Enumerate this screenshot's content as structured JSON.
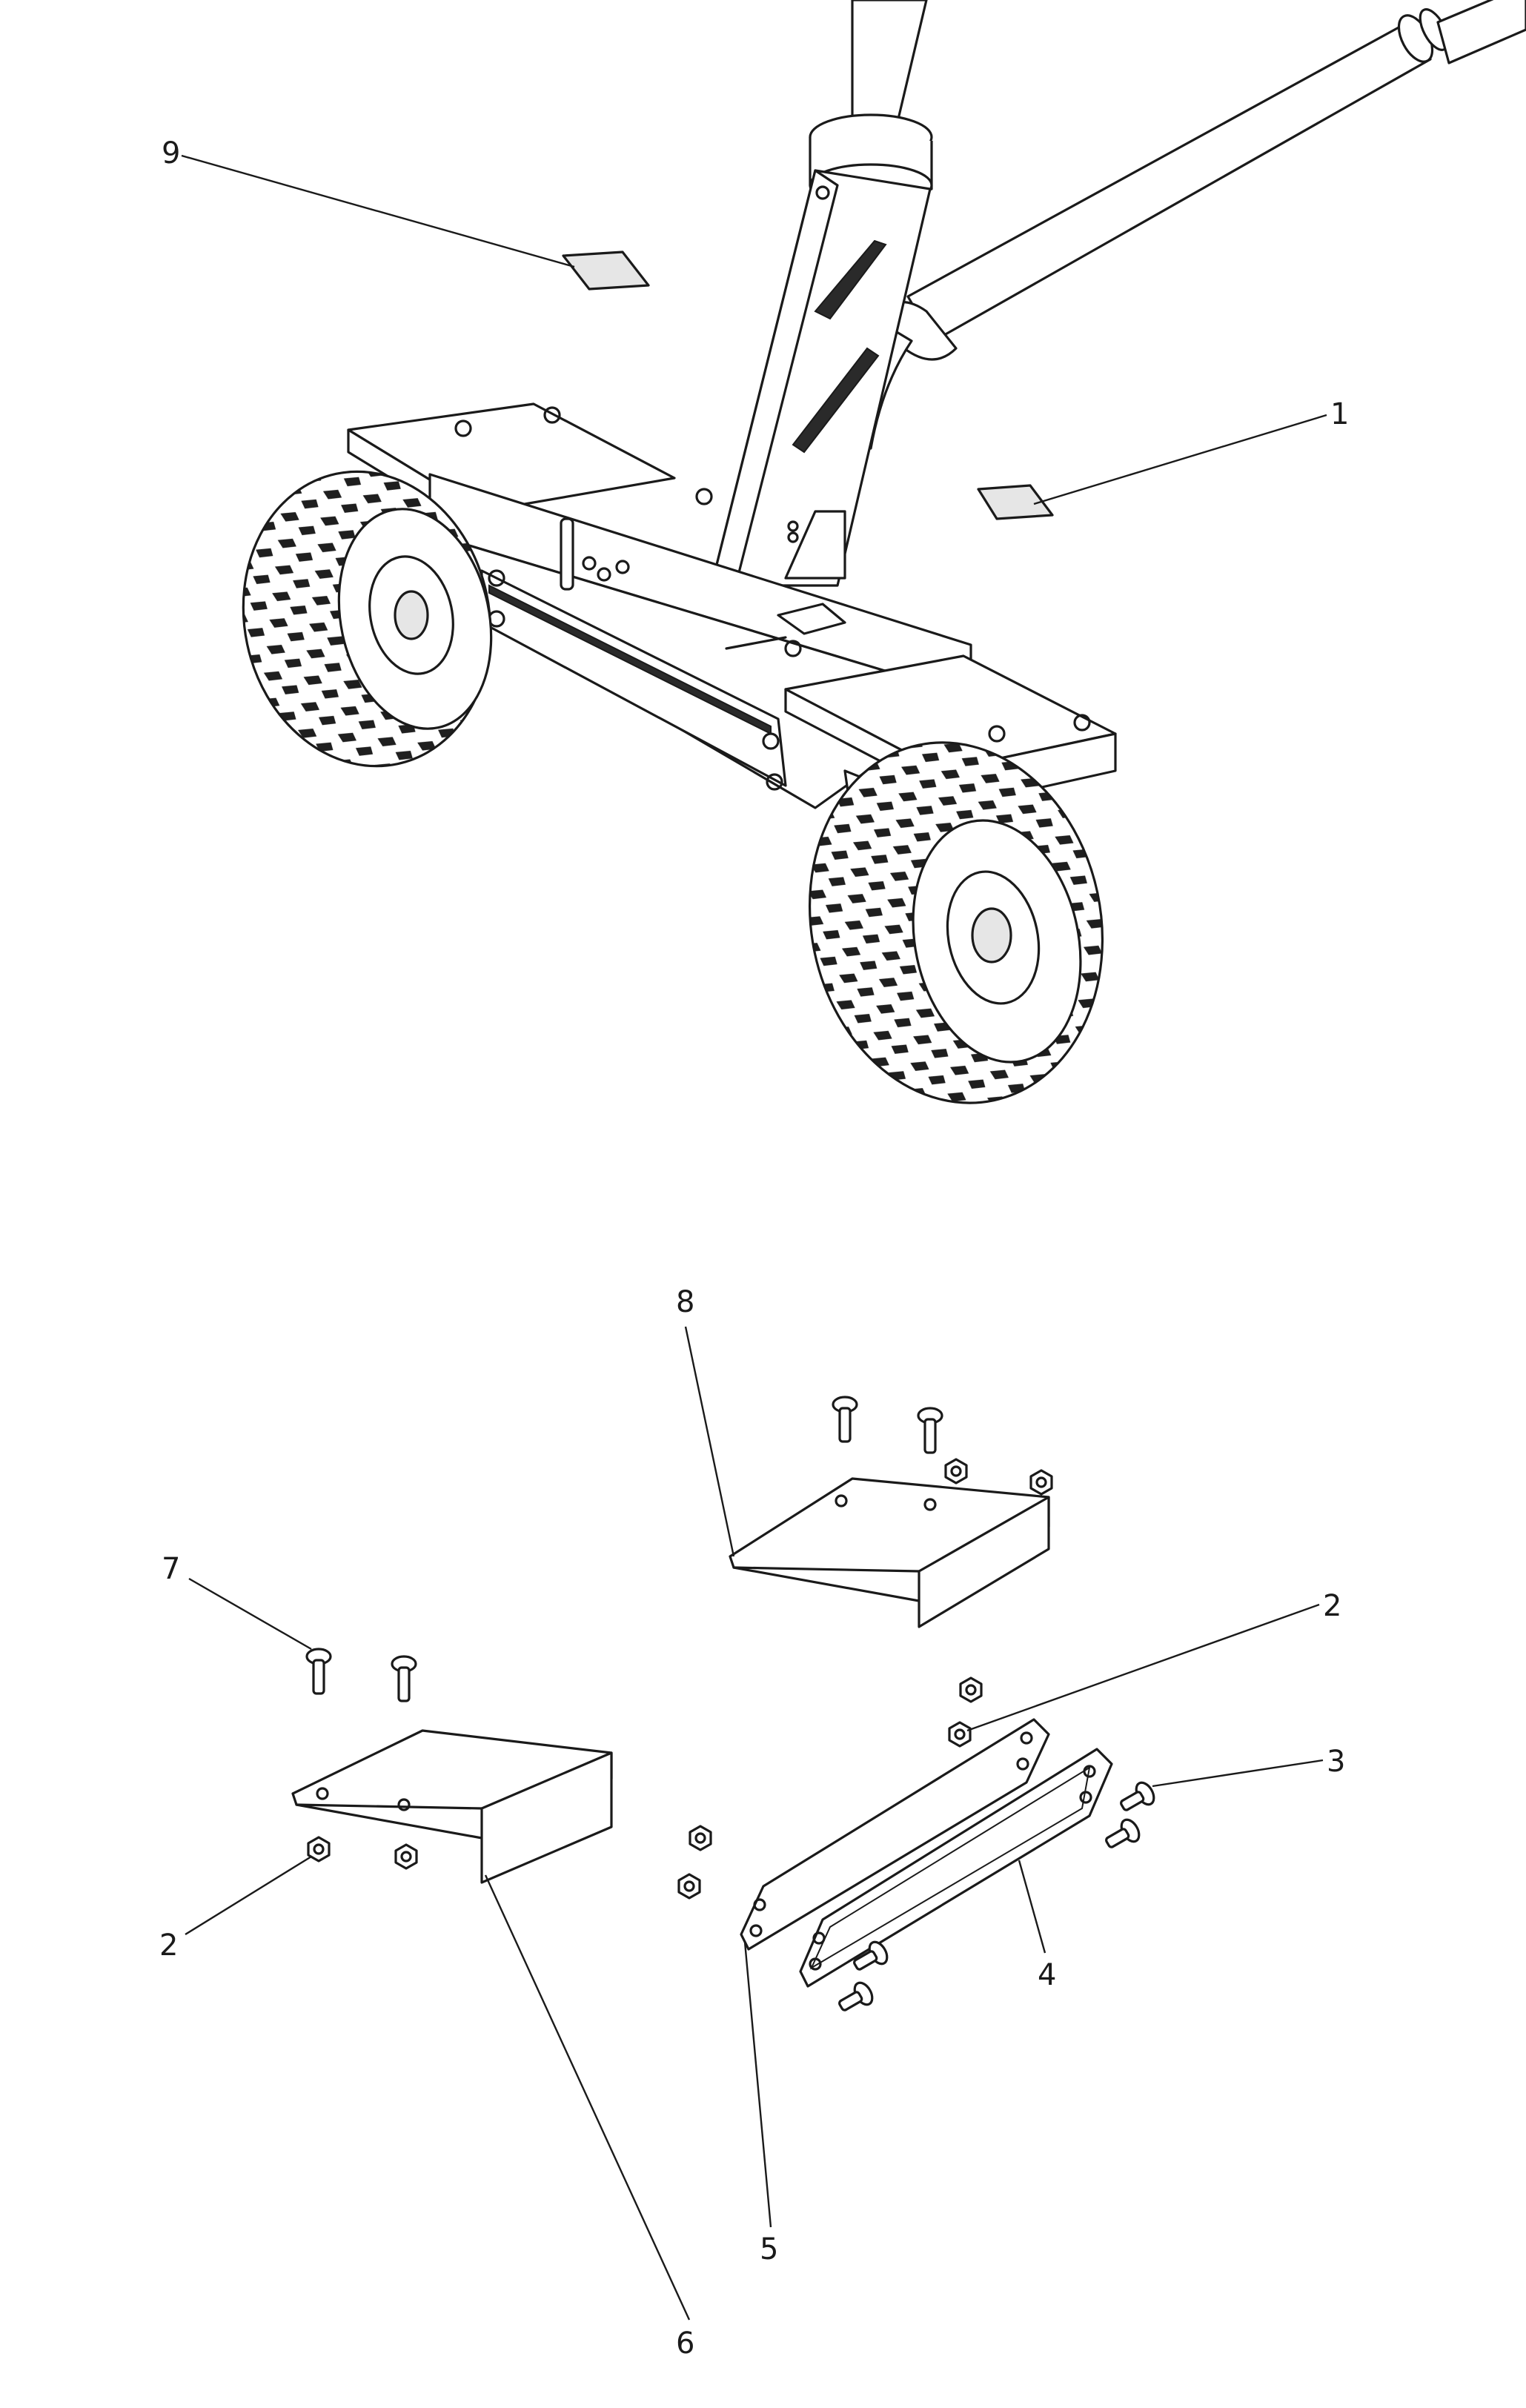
{
  "callouts": [
    {
      "id": "9",
      "label": "9"
    },
    {
      "id": "1",
      "label": "1"
    },
    {
      "id": "8",
      "label": "8"
    },
    {
      "id": "7",
      "label": "7"
    },
    {
      "id": "2a",
      "label": "2"
    },
    {
      "id": "3",
      "label": "3"
    },
    {
      "id": "2b",
      "label": "2"
    },
    {
      "id": "4",
      "label": "4"
    },
    {
      "id": "5",
      "label": "5"
    },
    {
      "id": "6",
      "label": "6"
    }
  ]
}
